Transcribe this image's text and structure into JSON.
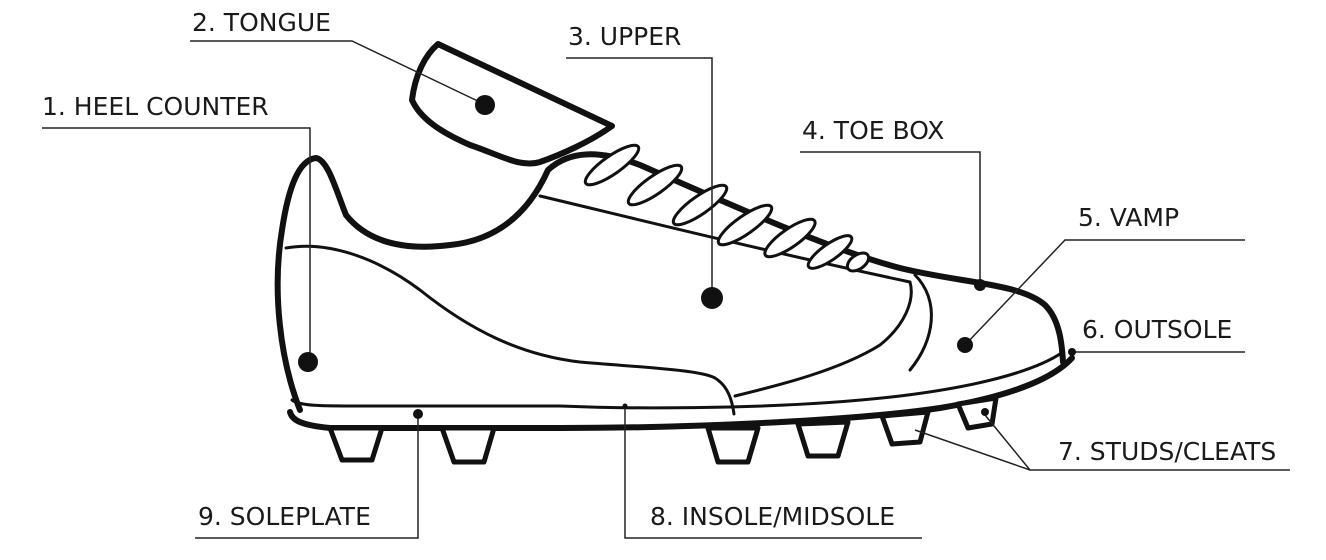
{
  "labels": {
    "heel_counter": "1. HEEL COUNTER",
    "tongue": "2. TONGUE",
    "upper": "3. UPPER",
    "toe_box": "4. TOE BOX",
    "vamp": "5. VAMP",
    "outsole": "6. OUTSOLE",
    "studs_cleats": "7. STUDS/CLEATS",
    "insole_midsole": "8. INSOLE/MIDSOLE",
    "soleplate": "9. SOLEPLATE"
  },
  "colors": {
    "ink": "#111111",
    "background": "#ffffff"
  }
}
